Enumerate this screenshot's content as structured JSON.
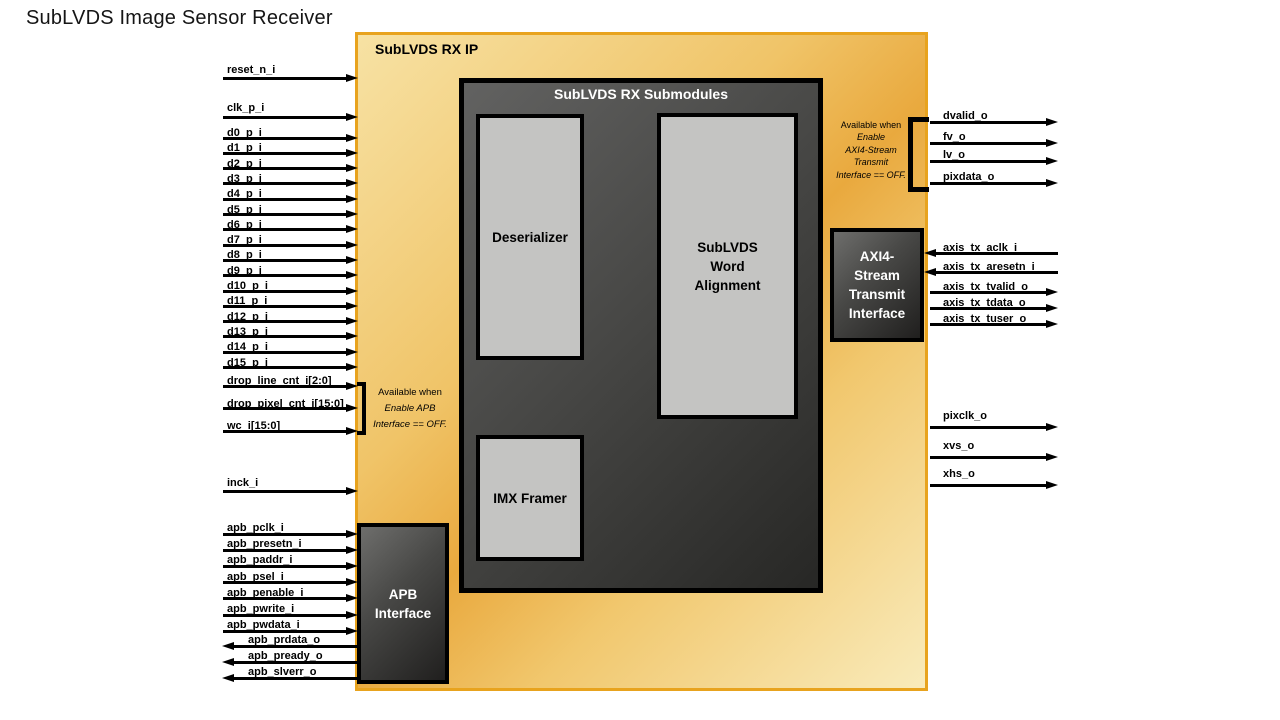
{
  "title": "SubLVDS Image Sensor Receiver",
  "ip_block": {
    "label": "SubLVDS RX IP"
  },
  "submodules": {
    "title": "SubLVDS RX Submodules",
    "blocks": {
      "deserializer": "Deserializer",
      "word_alignment": "SubLVDS Word Alignment",
      "imx_framer": "IMX Framer"
    }
  },
  "interfaces": {
    "apb": {
      "label": "APB Interface"
    },
    "axi": {
      "label": "AXI4-Stream Transmit Interface"
    }
  },
  "notes": {
    "apb": {
      "prefix": "Available when",
      "italic_lines": [
        "Enable APB",
        "Interface == OFF."
      ]
    },
    "axi": {
      "prefix": "Available when",
      "italic_lines": [
        "Enable",
        "AXI4-Stream",
        "Transmit",
        "Interface == OFF."
      ]
    }
  },
  "signals": {
    "left": {
      "reset": [
        "reset_n_i"
      ],
      "clk": [
        "clk_p_i"
      ],
      "data": [
        "d0_p_i",
        "d1_p_i",
        "d2_p_i",
        "d3_p_i",
        "d4_p_i",
        "d5_p_i",
        "d6_p_i",
        "d7_p_i",
        "d8_p_i",
        "d9_p_i",
        "d10_p_i",
        "d11_p_i",
        "d12_p_i",
        "d13_p_i",
        "d14_p_i",
        "d15_p_i"
      ],
      "config": [
        "drop_line_cnt_i[2:0]",
        "drop_pixel_cnt_i[15:0]",
        "wc_i[15:0]"
      ],
      "inck": [
        "inck_i"
      ],
      "apb_in": [
        "apb_pclk_i",
        "apb_presetn_i",
        "apb_paddr_i",
        "apb_psel_i",
        "apb_penable_i",
        "apb_pwrite_i",
        "apb_pwdata_i"
      ],
      "apb_out": [
        "apb_prdata_o",
        "apb_pready_o",
        "apb_slverr_o"
      ]
    },
    "right": {
      "video_out": [
        "dvalid_o",
        "fv_o",
        "lv_o",
        "pixdata_o"
      ],
      "axi_in": [
        "axis_tx_aclk_i",
        "axis_tx_aresetn_i"
      ],
      "axi_out": [
        "axis_tx_tvalid_o",
        "axis_tx_tdata_o",
        "axis_tx_tuser_o"
      ],
      "pixel_out": [
        "pixclk_o",
        "xvs_o",
        "xhs_o"
      ]
    }
  },
  "colors": {
    "box_border": "#E8A31E",
    "box_fill_light": "#F9EBBB",
    "box_fill_dark": "#E9A93E",
    "panel_dark": "#454543",
    "block_gray": "#C4C4C2",
    "arrow": "#000000",
    "text_on_dark": "#FFFFFF"
  }
}
